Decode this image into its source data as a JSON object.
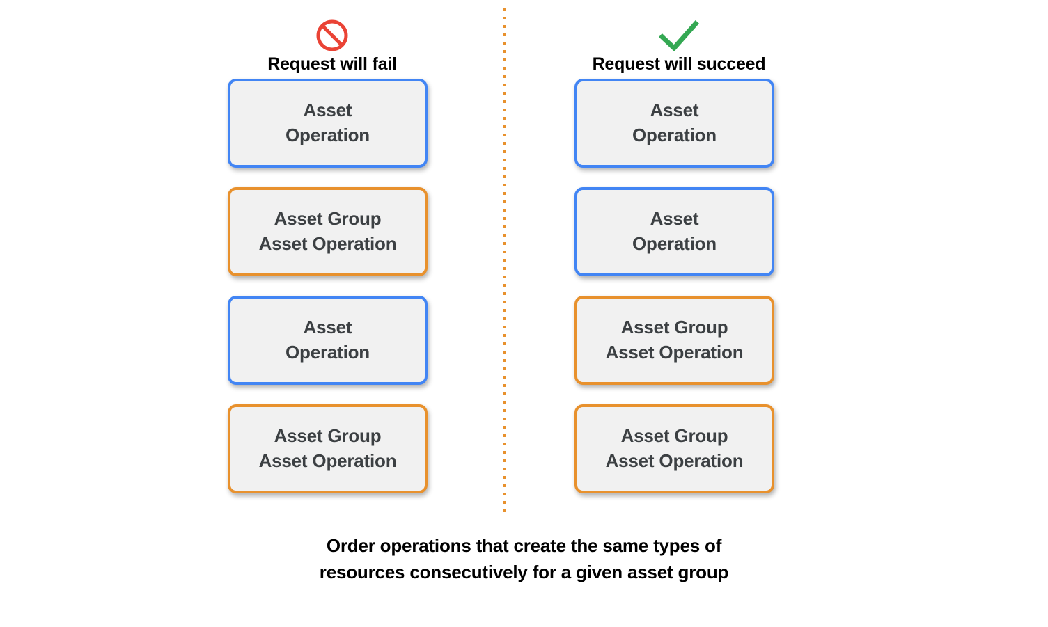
{
  "colors": {
    "blue_border": "#4285F4",
    "orange_border": "#E8912D",
    "box_fill": "#F1F1F1",
    "box_text": "#3C4043",
    "fail_icon": "#EA4335",
    "success_icon": "#34A853",
    "divider": "#E8912D",
    "background": "#FFFFFF"
  },
  "columns": [
    {
      "id": "fail",
      "icon": "prohibition-icon",
      "title": "Request will fail",
      "boxes": [
        {
          "label": "Asset\nOperation",
          "type": "blue"
        },
        {
          "label": "Asset Group\nAsset Operation",
          "type": "orange"
        },
        {
          "label": "Asset\nOperation",
          "type": "blue"
        },
        {
          "label": "Asset Group\nAsset Operation",
          "type": "orange"
        }
      ]
    },
    {
      "id": "succeed",
      "icon": "checkmark-icon",
      "title": "Request will succeed",
      "boxes": [
        {
          "label": "Asset\nOperation",
          "type": "blue"
        },
        {
          "label": "Asset\nOperation",
          "type": "blue"
        },
        {
          "label": "Asset Group\nAsset Operation",
          "type": "orange"
        },
        {
          "label": "Asset Group\nAsset Operation",
          "type": "orange"
        }
      ]
    }
  ],
  "caption": "Order operations that create the same types of\nresources consecutively for a given asset group"
}
